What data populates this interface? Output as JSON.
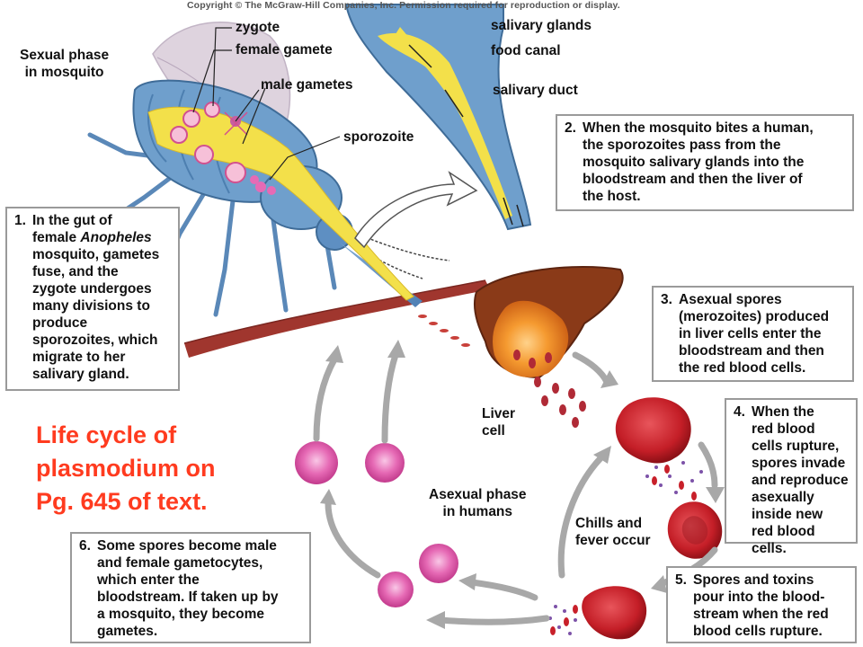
{
  "copyright": "Copyright © The McGraw-Hill Companies, Inc. Permission required for reproduction or display.",
  "labels": {
    "sexual_phase": "Sexual phase\nin mosquito",
    "zygote": "zygote",
    "female_gamete": "female gamete",
    "male_gametes": "male gametes",
    "sporozoite": "sporozoite",
    "salivary_glands": "salivary glands",
    "food_canal": "food canal",
    "salivary_duct": "salivary duct",
    "liver_cell": "Liver\ncell",
    "asexual_phase": "Asexual phase\nin humans",
    "chills": "Chills and\nfever occur"
  },
  "steps": [
    {
      "num": "1.",
      "text_before": "In the gut of\nfemale ",
      "italic": "Anopheles",
      "text_after": "\nmosquito, gametes\nfuse, and the\nzygote undergoes\nmany divisions to\nproduce\nsporozoites, which\nmigrate to her\nsalivary gland."
    },
    {
      "num": "2.",
      "text": "When the mosquito bites a human,\nthe sporozoites pass from the\nmosquito salivary glands into the\nbloodstream and then the liver of\nthe host."
    },
    {
      "num": "3.",
      "text": "Asexual spores\n(merozoites) produced\nin liver cells enter the\nbloodstream and then\nthe red blood cells."
    },
    {
      "num": "4.",
      "text": "When the\nred blood\ncells rupture,\nspores invade\nand reproduce\nasexually\ninside new\nred blood cells."
    },
    {
      "num": "5.",
      "text": "Spores and toxins\npour into the blood-\nstream when the red\nblood cells rupture."
    },
    {
      "num": "6.",
      "text": "Some spores become male\nand female gametocytes,\nwhich enter the\nbloodstream. If taken up by\na mosquito, they become\ngametes."
    }
  ],
  "caption": "Life cycle of\nplasmodium on\nPg. 645 of text.",
  "colors": {
    "caption": "#ff3b1f",
    "mosquito_body": "#6f9fcc",
    "gut_yellow": "#f3e04a",
    "liver": "#8a3a18",
    "liver_infected": "#f08a24",
    "red_blood_cell": "#c8202a",
    "gametocyte": "#e05aa8",
    "blood_vessel": "#a0362e",
    "cycle_arrow": "#a8a8a8"
  }
}
